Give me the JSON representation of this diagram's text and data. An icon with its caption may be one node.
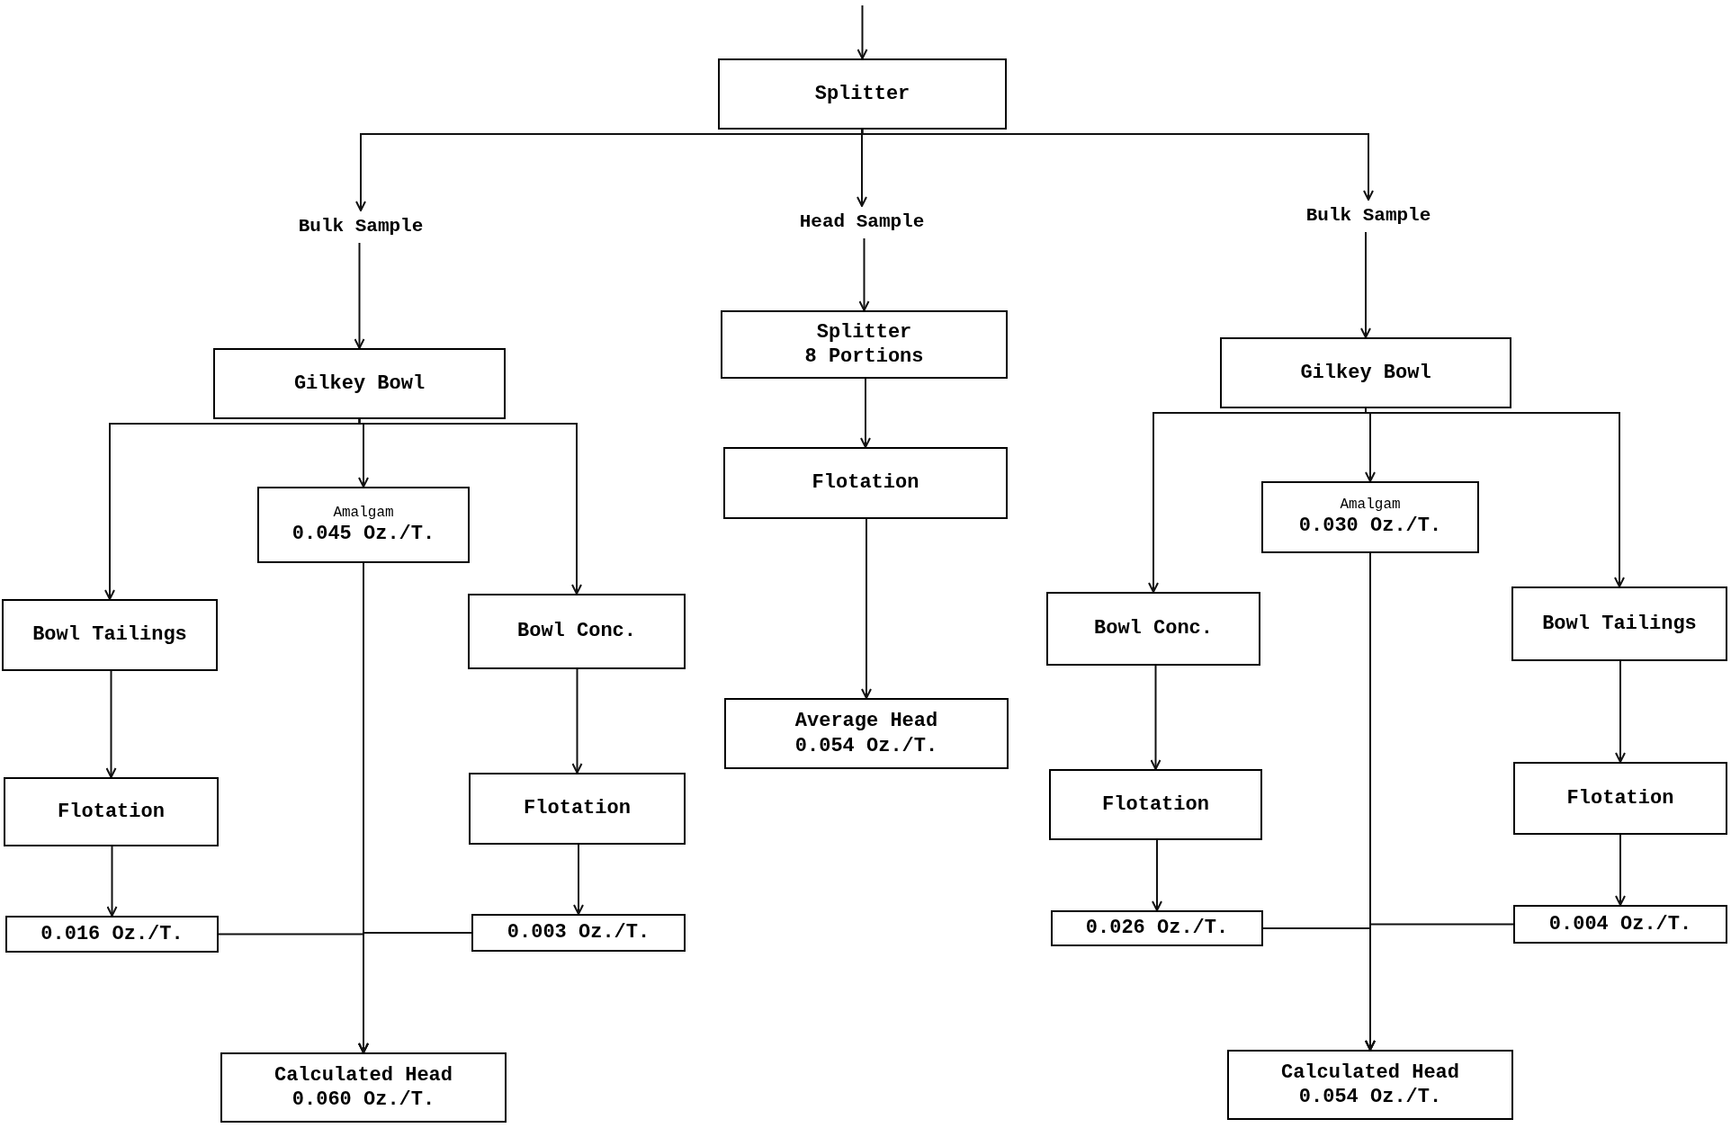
{
  "diagram": {
    "nodes": [
      {
        "text": [
          "Splitter"
        ]
      },
      {
        "text": [
          "Bulk Sample"
        ]
      },
      {
        "text": [
          "Head Sample"
        ]
      },
      {
        "text": [
          "Bulk Sample"
        ]
      },
      {
        "text": [
          "Gilkey Bowl"
        ]
      },
      {
        "text": [
          "Splitter",
          "8 Portions"
        ]
      },
      {
        "text": [
          "Gilkey Bowl"
        ]
      },
      {
        "text": [
          "Amalgam",
          "0.045 Oz./T."
        ]
      },
      {
        "text": [
          "Flotation"
        ]
      },
      {
        "text": [
          "Amalgam",
          "0.030 Oz./T."
        ]
      },
      {
        "text": [
          "Bowl Tailings"
        ]
      },
      {
        "text": [
          "Bowl Conc."
        ]
      },
      {
        "text": [
          "Bowl Conc."
        ]
      },
      {
        "text": [
          "Bowl Tailings"
        ]
      },
      {
        "text": [
          "Average Head",
          "0.054 Oz./T."
        ]
      },
      {
        "text": [
          "Flotation"
        ]
      },
      {
        "text": [
          "Flotation"
        ]
      },
      {
        "text": [
          "Flotation"
        ]
      },
      {
        "text": [
          "Flotation"
        ]
      },
      {
        "text": [
          "0.016 Oz./T."
        ]
      },
      {
        "text": [
          "0.003 Oz./T."
        ]
      },
      {
        "text": [
          "0.026 Oz./T."
        ]
      },
      {
        "text": [
          "0.004 Oz./T."
        ]
      },
      {
        "text": [
          "Calculated Head",
          "0.060 Oz./T."
        ]
      },
      {
        "text": [
          "Calculated Head",
          "0.054 Oz./T."
        ]
      }
    ],
    "edges": [
      {
        "from": null,
        "to": 0,
        "arrow": "to"
      },
      {
        "from": 0,
        "to": 1,
        "arrow": "to"
      },
      {
        "from": 0,
        "to": 2,
        "arrow": "to"
      },
      {
        "from": 0,
        "to": 3,
        "arrow": "to"
      },
      {
        "from": 1,
        "to": 4,
        "arrow": "to"
      },
      {
        "from": 2,
        "to": 5,
        "arrow": "to"
      },
      {
        "from": 3,
        "to": 6,
        "arrow": "to"
      },
      {
        "from": 4,
        "to": 10,
        "arrow": "to"
      },
      {
        "from": 4,
        "to": 7,
        "arrow": "to"
      },
      {
        "from": 4,
        "to": 11,
        "arrow": "to"
      },
      {
        "from": 5,
        "to": 8,
        "arrow": "to"
      },
      {
        "from": 6,
        "to": 12,
        "arrow": "to"
      },
      {
        "from": 6,
        "to": 9,
        "arrow": "to"
      },
      {
        "from": 6,
        "to": 13,
        "arrow": "to"
      },
      {
        "from": 8,
        "to": 14,
        "arrow": "to"
      },
      {
        "from": 10,
        "to": 15,
        "arrow": "to"
      },
      {
        "from": 11,
        "to": 16,
        "arrow": "to"
      },
      {
        "from": 12,
        "to": 17,
        "arrow": "to"
      },
      {
        "from": 13,
        "to": 18,
        "arrow": "to"
      },
      {
        "from": 15,
        "to": 19,
        "arrow": "to"
      },
      {
        "from": 16,
        "to": 20,
        "arrow": "to"
      },
      {
        "from": 17,
        "to": 21,
        "arrow": "to"
      },
      {
        "from": 18,
        "to": 22,
        "arrow": "to"
      },
      {
        "from": 7,
        "to": 23,
        "arrow": "to"
      },
      {
        "from": 19,
        "to": 23,
        "arrow": "to"
      },
      {
        "from": 20,
        "to": 23,
        "arrow": "to"
      },
      {
        "from": 9,
        "to": 24,
        "arrow": "to"
      },
      {
        "from": 21,
        "to": 24,
        "arrow": "to"
      },
      {
        "from": 22,
        "to": 24,
        "arrow": "to"
      }
    ]
  }
}
